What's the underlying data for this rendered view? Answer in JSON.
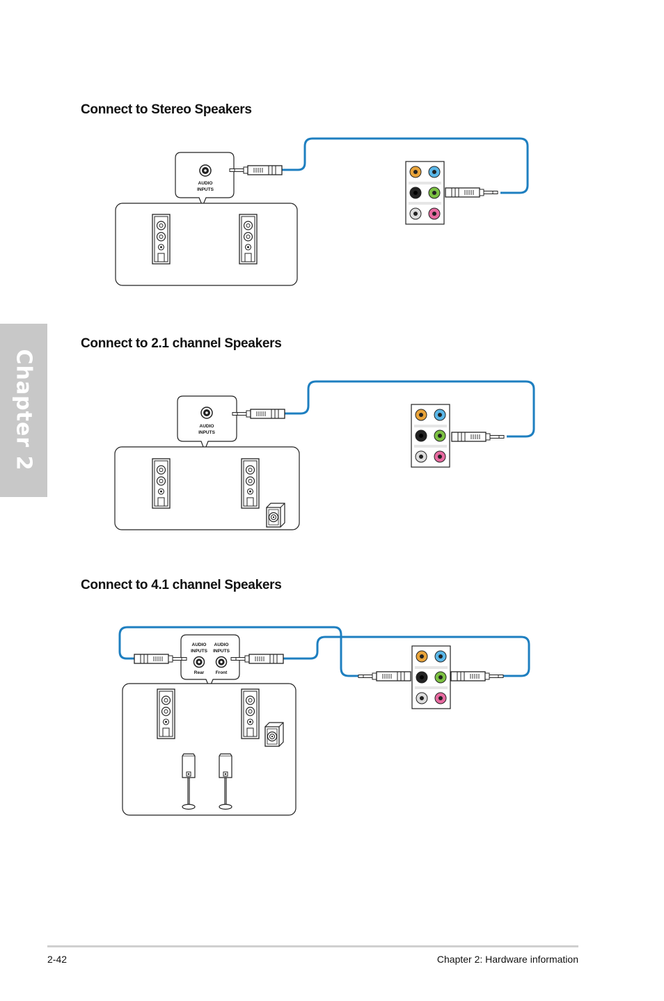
{
  "sidebar": {
    "chapter_label": "Chapter 2"
  },
  "sections": [
    {
      "heading": "Connect to Stereo Speakers",
      "connector_labels": [
        "AUDIO",
        "INPUTS"
      ]
    },
    {
      "heading": "Connect to 2.1 channel Speakers",
      "connector_labels": [
        "AUDIO",
        "INPUTS"
      ]
    },
    {
      "heading": "Connect to 4.1 channel Speakers",
      "connector_labels": [
        "AUDIO",
        "INPUTS",
        "AUDIO",
        "INPUTS"
      ],
      "port_names": [
        "Rear",
        "Front"
      ]
    }
  ],
  "colors": {
    "cable": "#1e7fc0",
    "jack_orange": "#e8a33a",
    "jack_blue": "#5ab7e8",
    "jack_black": "#222222",
    "jack_green": "#7cc142",
    "jack_gray": "#dddddd",
    "jack_pink": "#e76aa0",
    "chapter_tab": "#c8c8c8"
  },
  "footer": {
    "page_number": "2-42",
    "chapter_title": "Chapter 2: Hardware information"
  }
}
